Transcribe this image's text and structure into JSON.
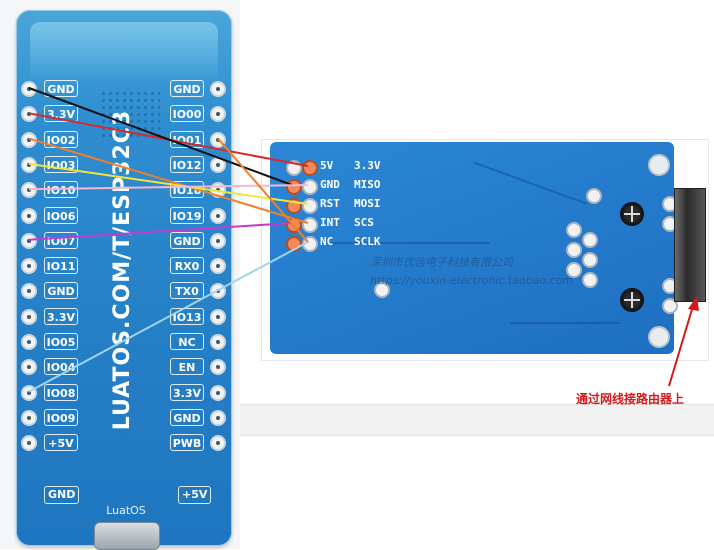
{
  "left_board": {
    "title": "LUATOS.COM/T/ESP32C3",
    "logo": "LuatOS",
    "left_pins": [
      "GND",
      "3.3V",
      "IO02",
      "IO03",
      "IO10",
      "IO06",
      "IO07",
      "IO11",
      "GND",
      "3.3V",
      "IO05",
      "IO04",
      "IO08",
      "IO09",
      "+5V"
    ],
    "right_pins": [
      "GND",
      "IO00",
      "IO01",
      "IO12",
      "IO18",
      "IO19",
      "GND",
      "RX0",
      "TX0",
      "IO13",
      "NC",
      "EN",
      "3.3V",
      "GND",
      "PWB"
    ],
    "bottom_left": "GND",
    "bottom_right": "+5V"
  },
  "module": {
    "rows": [
      {
        "left": "5V",
        "right": "3.3V"
      },
      {
        "left": "GND",
        "right": "MISO"
      },
      {
        "left": "RST",
        "right": "MOSI"
      },
      {
        "left": "INT",
        "right": "SCS"
      },
      {
        "left": "NC",
        "right": "SCLK"
      }
    ],
    "watermark_line1": "深圳市优信电子科技有限公司",
    "watermark_line2": "https://youxin-electronic.taobao.com"
  },
  "annotation": {
    "text": "通过网线接路由器上",
    "color": "#d3191b"
  },
  "wires": [
    {
      "from": "3.3V",
      "to": "3.3V",
      "color": "#d62a2a"
    },
    {
      "from": "GND",
      "to": "GND",
      "color": "#111111"
    },
    {
      "from": "IO02",
      "to": "SCS",
      "color": "#f07f2a"
    },
    {
      "from": "IO03",
      "to": "MOSI",
      "color": "#f2e53a"
    },
    {
      "from": "IO10",
      "to": "MISO",
      "color": "#f4b8d6"
    },
    {
      "from": "IO07",
      "to": "INT",
      "color": "#c33bd0"
    },
    {
      "from": "IO08",
      "to": "SCLK",
      "color": "#9ed6ef"
    },
    {
      "from": "IO01",
      "to": "SCLK",
      "color": "#f07f2a"
    }
  ]
}
